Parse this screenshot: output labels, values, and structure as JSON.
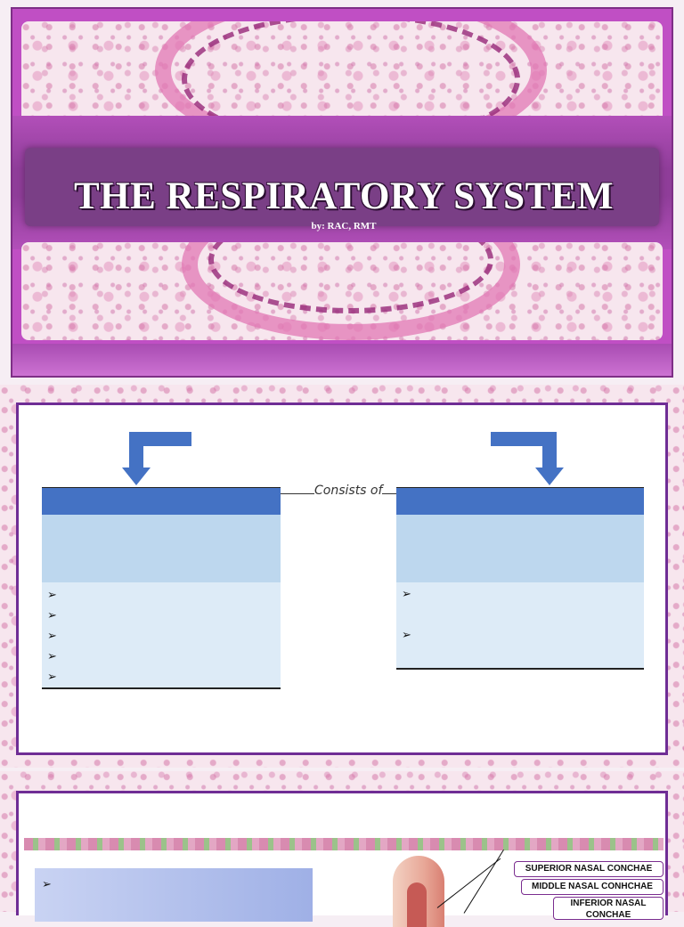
{
  "slide1": {
    "title": "THE RESPIRATORY SYSTEM",
    "byline": "by: RAC, RMT"
  },
  "slide2": {
    "connector_text": "Consists of",
    "left_table": {
      "bullets": [
        "➢",
        "➢",
        "➢",
        "➢",
        "➢"
      ]
    },
    "right_table": {
      "bullets": [
        "➢",
        "➢"
      ]
    }
  },
  "slide3": {
    "box_bullet": "➢",
    "labels": {
      "superior": "SUPERIOR NASAL CONCHAE",
      "middle": "MIDDLE NASAL CONHCHAE",
      "inferior": "INFERIOR NASAL CONCHAE"
    }
  },
  "colors": {
    "slide1_frame": "#c04fc4",
    "title_bar": "#7a3f86",
    "table_header": "#4472c4",
    "table_row_dark": "#bdd7ee",
    "table_row_light": "#ddebf7",
    "slide_border": "#6f2d95"
  },
  "icons": {
    "arrows": [
      "down-left-bent-arrow-icon",
      "down-right-bent-arrow-icon"
    ],
    "bullet": "arrowhead-bullet-icon"
  }
}
